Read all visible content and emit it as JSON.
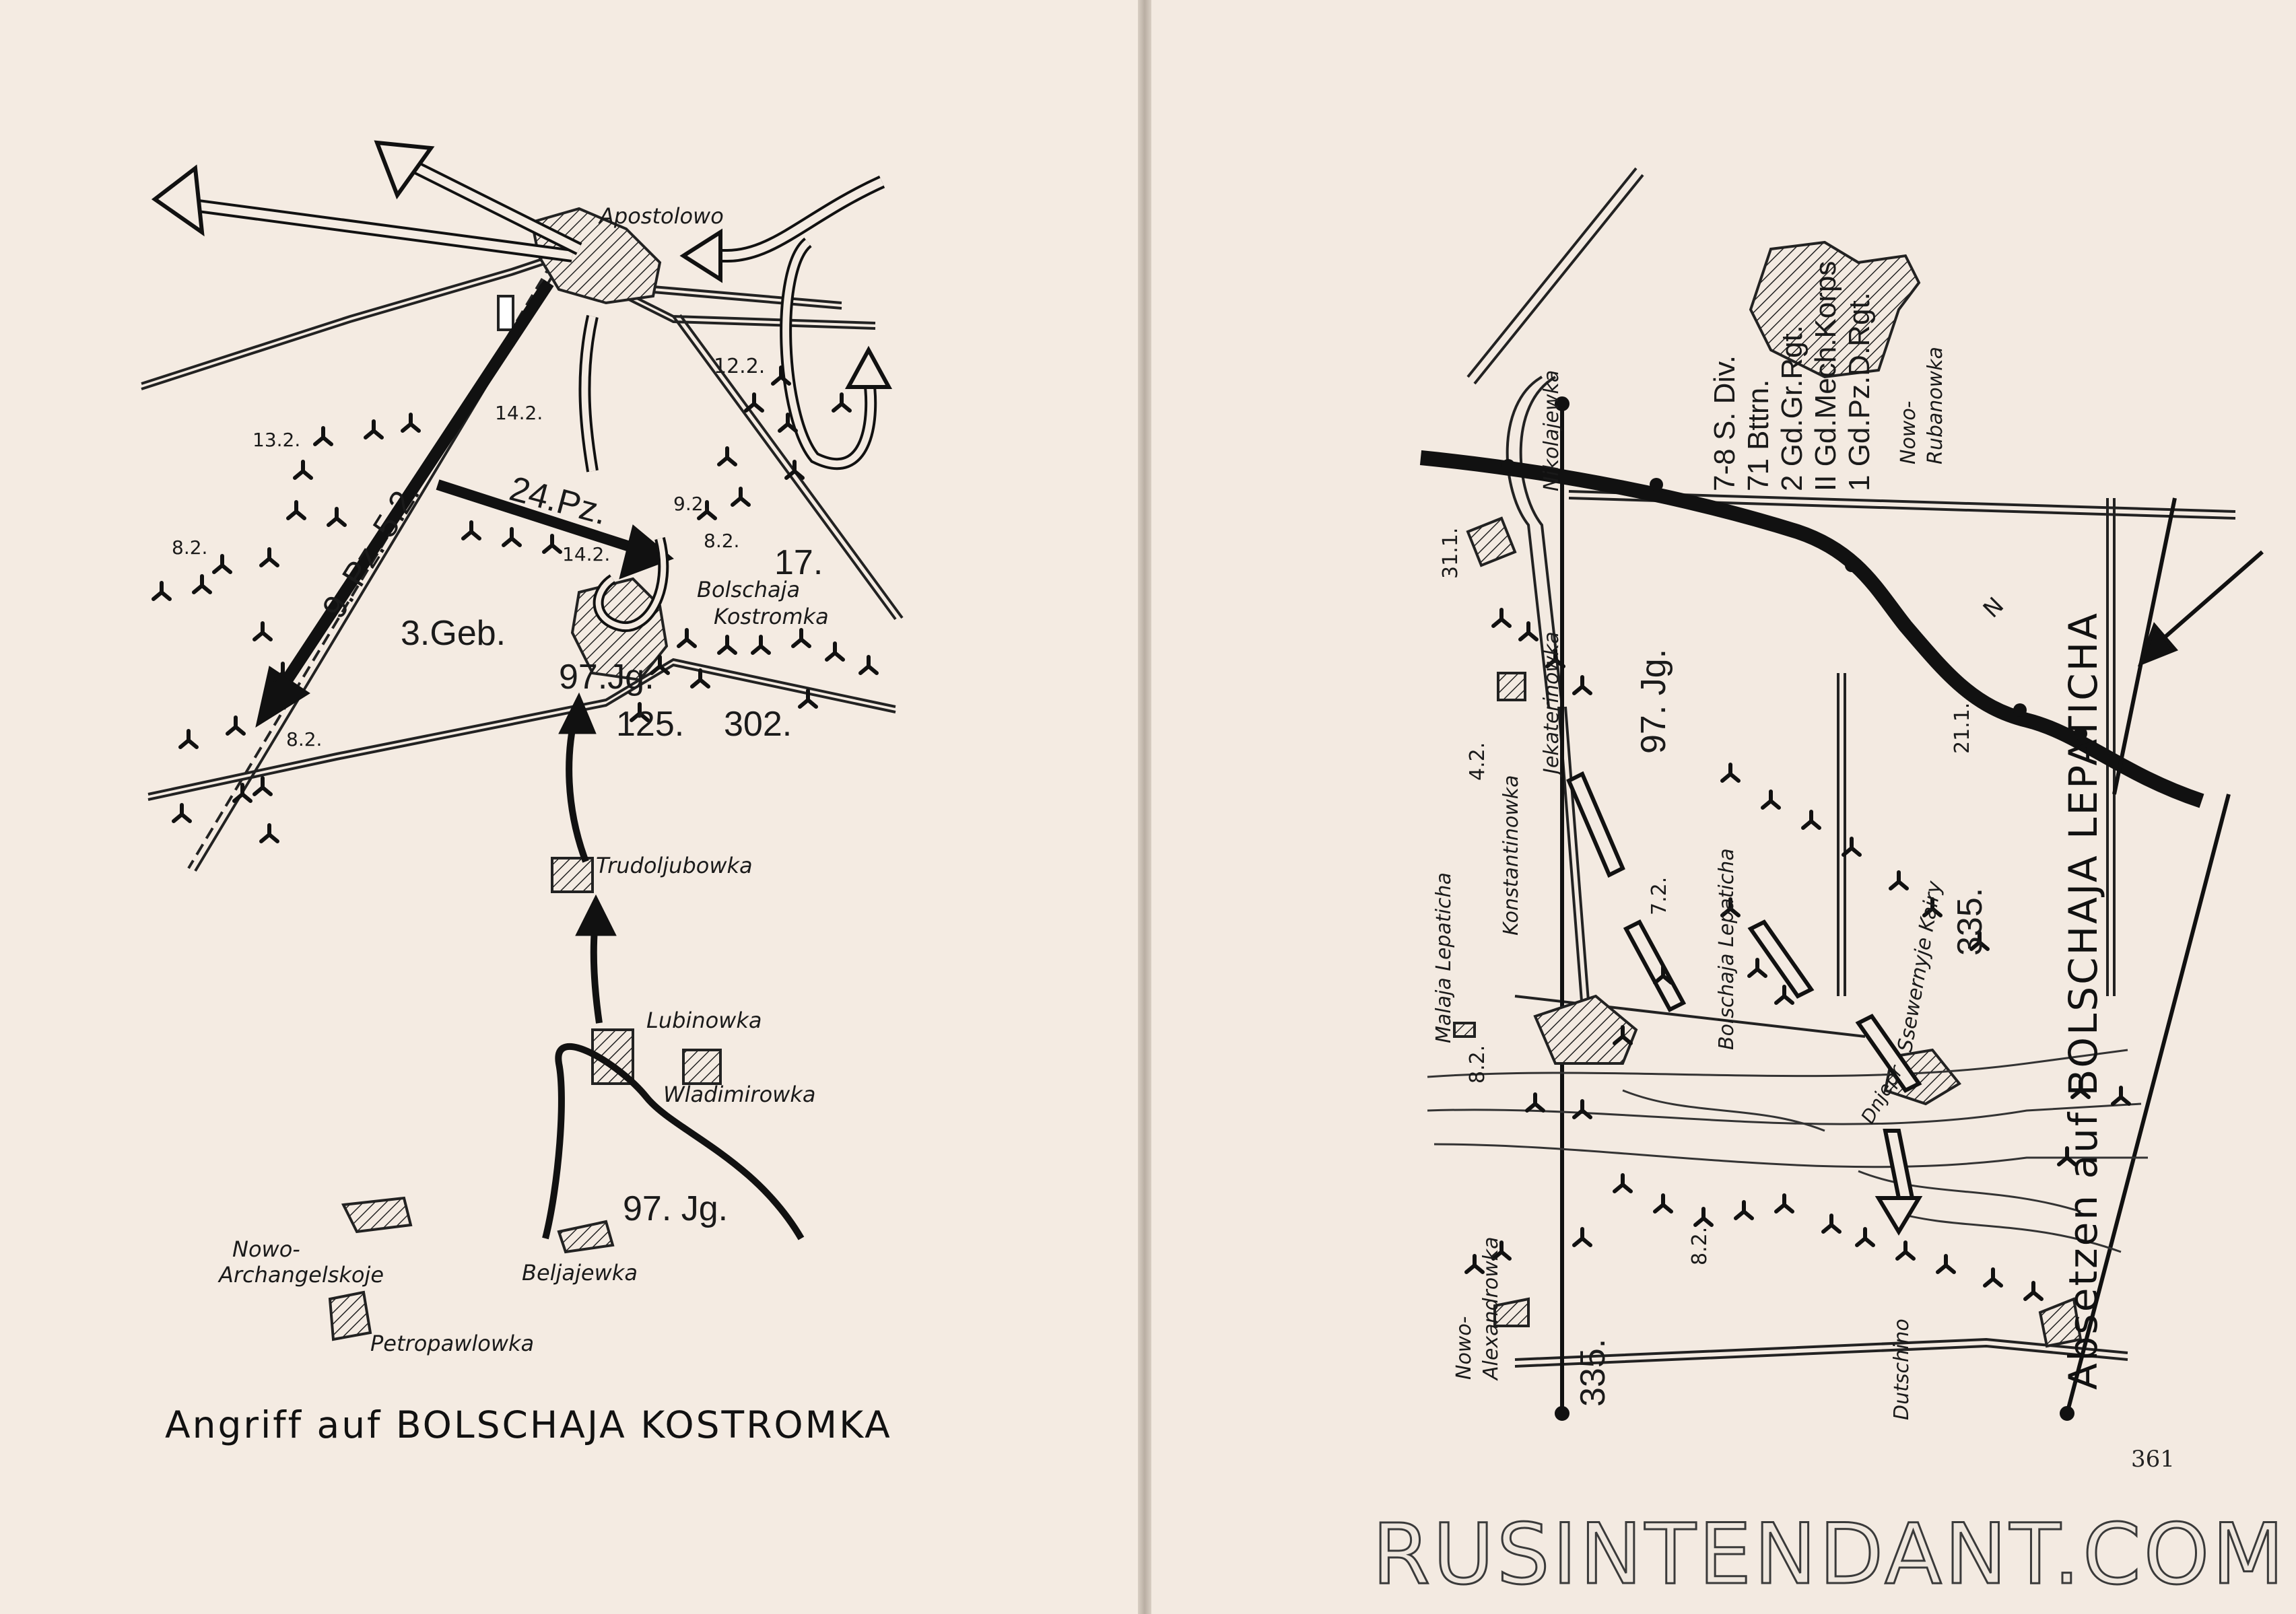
{
  "left_map": {
    "places": {
      "apostolowo": "Apostolowo",
      "bolschaja": "Bolschaja",
      "kostromka": "Kostromka",
      "trudoljubowka": "Trudoljubowka",
      "lubinowka": "Lubinowka",
      "wladimirowka": "Wladimirowka",
      "nowo": "Nowo-",
      "archangelskoje": "Archangelskoje",
      "beljajewka": "Beljajewka",
      "petropawlowka": "Petropawlowka"
    },
    "units": {
      "pz9": "9. Pz. 5.2.",
      "pz24": "24.Pz.",
      "geb3": "3.Geb.",
      "jg97_top": "97.Jg.",
      "u17": "17.",
      "u125": "125.",
      "u302": "302.",
      "jg97_bottom": "97. Jg."
    },
    "dates": {
      "d122": "12.2.",
      "d132": "13.2.",
      "d142a": "14.2.",
      "d142b": "14.2.",
      "d92": "9.2.",
      "d82a": "8.2.",
      "d82b": "8.2.",
      "d82c": "8.2."
    },
    "caption": "Angriff auf BOLSCHAJA KOSTROMKA"
  },
  "right_map": {
    "places": {
      "nikolajewka": "Nikolajewka",
      "jekaterinowka": "Jekaterinowka",
      "konstantinowka": "Konstantinowka",
      "malaja_lepaticha": "Malaja Lepaticha",
      "bolschaja_lepaticha": "Bolschaja Lepaticha",
      "ssewernyje_kairy": "Ssewernyje Kairy",
      "nowo": "Nowo-",
      "alexandrowka": "Alexandrowka",
      "dutschino": "Dutschino",
      "nowo2": "Nowo-",
      "rubanowka": "Rubanowka",
      "dnjepr": "Dnjepr"
    },
    "units": {
      "div78": "7-8 S. Div.",
      "bttrn71": "71 Bttrn.",
      "gd2": "2 Gd.Gr.Rgt.",
      "mech": "II Gd.Mech.Korps",
      "pzd": "1 Gd.Pz.D.Rgt.",
      "jg97": "97. Jg.",
      "u335a": "335.",
      "u335b": "335."
    },
    "dates": {
      "d311": "31.1.",
      "d42": "4.2.",
      "d72": "7.2.",
      "d211": "21.1.",
      "d82a": "8.2.",
      "d82b": "8.2."
    },
    "north": "N",
    "caption": "Absetzen auf BOLSCHAJA LEPATICHA"
  },
  "page_number": "361",
  "watermark": "RUSINTENDANT.COM"
}
